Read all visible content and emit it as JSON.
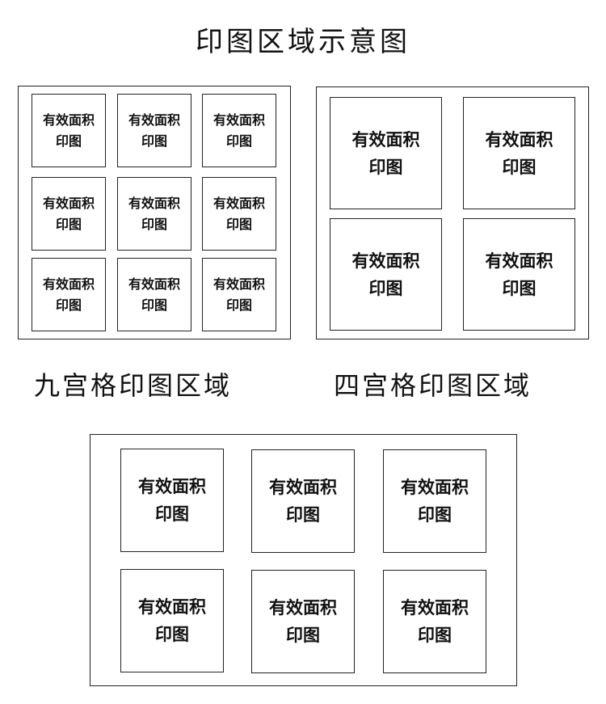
{
  "title": "印图区域示意图",
  "cell_text": {
    "line1": "有效面积",
    "line2": "印图"
  },
  "captions": {
    "nine_grid": "九宫格印图区域",
    "four_grid": "四宫格印图区域"
  }
}
